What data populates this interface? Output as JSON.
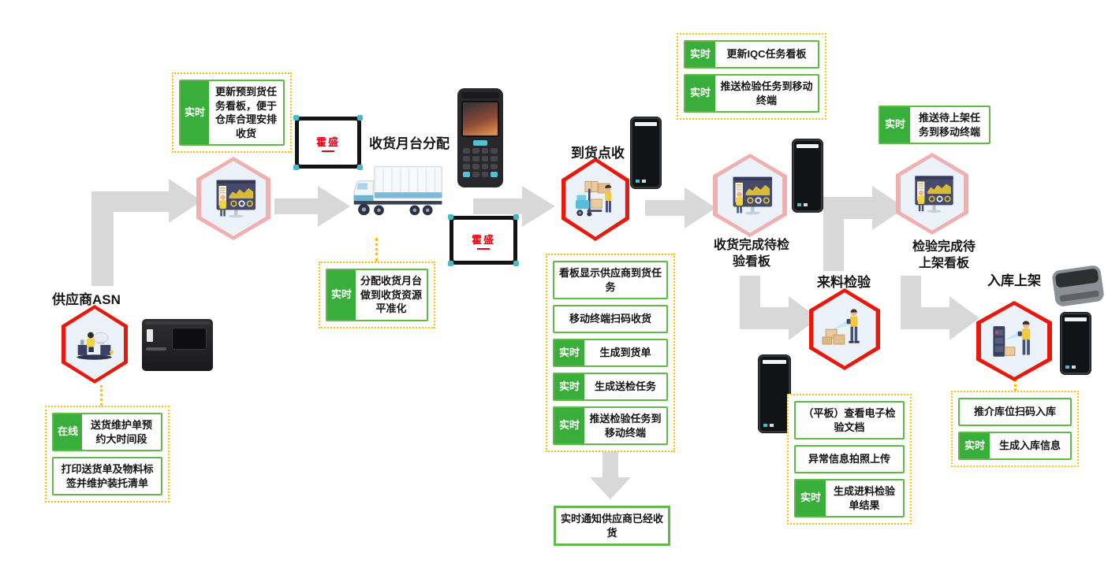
{
  "stages": {
    "supplier_asn": {
      "title": "供应商ASN"
    },
    "dock_assign": {
      "title": "收货月台分配"
    },
    "arrival_count": {
      "title": "到货点收"
    },
    "receiving_done_board": {
      "title_line1": "收货完成待检",
      "title_line2": "验看板"
    },
    "incoming_inspection": {
      "title": "来料检验"
    },
    "inspection_done_board": {
      "title_line1": "检验完成待",
      "title_line2": "上架看板"
    },
    "putaway": {
      "title": "入库上架"
    }
  },
  "notes": {
    "pre_arrival": {
      "label": "实时",
      "text": "更新预到货任务看板，便于仓库合理安排收货"
    },
    "supplier_asn": {
      "rows": [
        {
          "label": "在线",
          "text": "送货维护单预约大时间段"
        },
        {
          "text": "打印送货单及物料标签并维护装托清单"
        }
      ]
    },
    "dock_leveling": {
      "label": "实时",
      "text": "分配收货月台做到收货资源平准化"
    },
    "arrival": {
      "rows": [
        {
          "text": "看板显示供应商到货任务"
        },
        {
          "text": "移动终端扫码收货"
        },
        {
          "label": "实时",
          "text": "生成到货单"
        },
        {
          "label": "实时",
          "text": "生成送检任务"
        },
        {
          "label": "实时",
          "text": "推送检验任务到移动终端"
        }
      ]
    },
    "notify_supplier": {
      "text": "实时通知供应商已经收货"
    },
    "iqc": {
      "rows": [
        {
          "label": "实时",
          "text": "更新IQC任务看板"
        },
        {
          "label": "实时",
          "text": "推送检验任务到移动终端"
        }
      ]
    },
    "push_putaway": {
      "label": "实时",
      "text": "推送待上架任务到移动终端"
    },
    "inspection": {
      "rows": [
        {
          "text": "（平板）查看电子检验文档"
        },
        {
          "text": "异常信息拍照上传"
        },
        {
          "label": "实时",
          "text": "生成进料检验单结果"
        }
      ]
    },
    "putaway": {
      "rows": [
        {
          "text": "推介库位扫码入库"
        },
        {
          "label": "实时",
          "text": "生成入库信息"
        }
      ]
    }
  },
  "devices": {
    "tablet_brand": "霍盛"
  },
  "colors": {
    "label_green": "#3aae3a",
    "box_border_green": "#62b94a",
    "note_border_yellow": "#ffc000",
    "hex_border_red": "#e8190c",
    "hex_border_pink": "#f0b0b0",
    "arrow_gray": "#d8d8d8",
    "brand_red": "#e60012"
  }
}
